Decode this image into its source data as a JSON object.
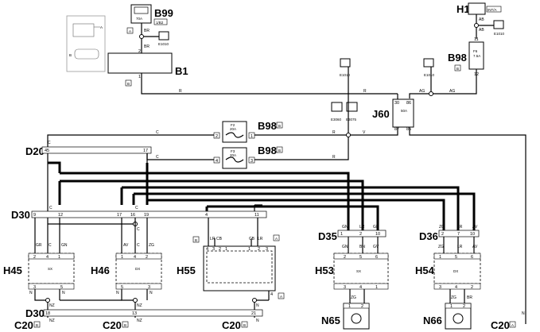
{
  "components": {
    "B99": "B99",
    "B1": "B1",
    "H1": "H1",
    "B98_top": "B98",
    "J60": "J60",
    "B98_a": "B98",
    "B98_b": "B98",
    "D20": "D20",
    "D30_top": "D30",
    "D30_bottom": "D30",
    "D35": "D35",
    "D36": "D36",
    "H45": "H45",
    "H46": "H46",
    "H55": "H55",
    "H53": "H53",
    "H54": "H54",
    "N65": "N65",
    "N66": "N66",
    "C20_1": "C20",
    "C20_2": "C20",
    "C20_3": "C20",
    "C20_4": "C20"
  },
  "tags": {
    "A": "A",
    "B": "B",
    "int_a": "INT/A",
    "one_b2": "1/B2"
  },
  "fuses": {
    "b99": "70A",
    "f6": "F6",
    "f6_rating": "7.5A",
    "f2": "F2",
    "f2_rating": "20A",
    "f3": "F3",
    "f3_rating": "20A",
    "j60_rating": "50A"
  },
  "grounds": {
    "e1010": "E1010",
    "e3060": "E3060",
    "e3075": "E3075"
  },
  "wires": {
    "BR": "BR",
    "R": "R",
    "AB": "AB",
    "AG": "AG",
    "C": "C",
    "V": "V",
    "CB": "CB",
    "GN": "GN",
    "LR": "LR",
    "GR": "GR",
    "AV": "AV",
    "ZG": "ZG",
    "BN": "BN",
    "GV": "GV",
    "NZ": "NZ",
    "N": "N",
    "LB": "LB"
  },
  "pins": {
    "p1": "1",
    "p2": "2",
    "p3": "3",
    "p4": "4",
    "p5": "5",
    "p6": "6",
    "p7": "7",
    "p9": "9",
    "p10": "10",
    "p11": "11",
    "p12": "12",
    "p13": "13",
    "p16": "16",
    "p17": "17",
    "p18": "18",
    "p19": "19",
    "p21": "21",
    "p30": "30",
    "p45": "45",
    "p85": "85",
    "p86": "86",
    "p87": "87"
  },
  "switch_text": {
    "sx": "SX",
    "dx": "DX"
  }
}
